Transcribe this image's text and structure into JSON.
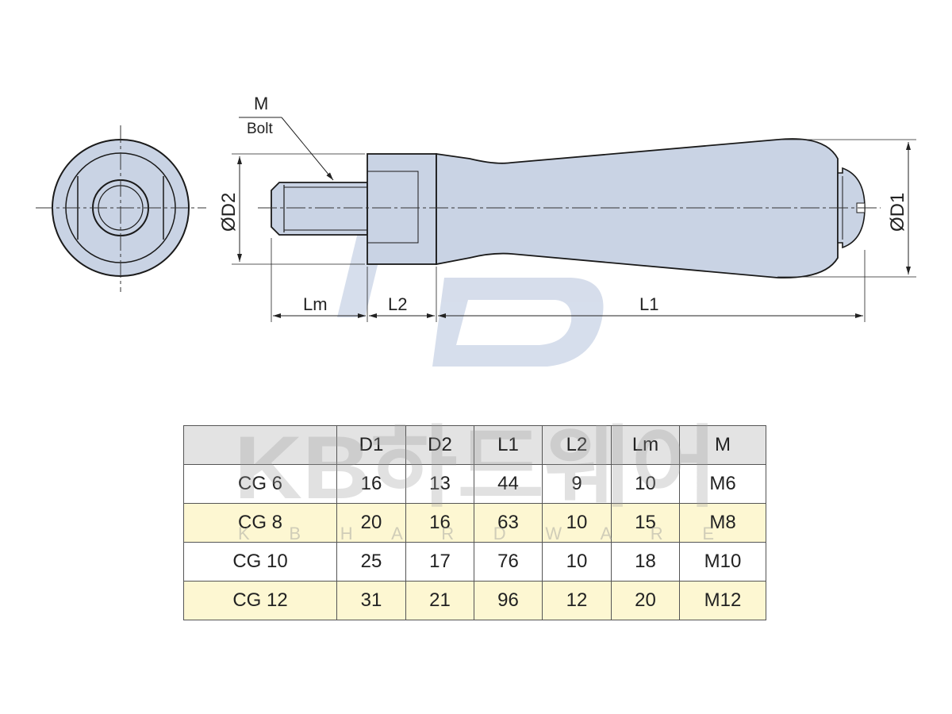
{
  "colors": {
    "part_fill": "#c9d3e4",
    "outline": "#1a1a1a",
    "header_bg": "#e3e3e3",
    "row_highlight": "#fdf7d2",
    "watermark": "#b5c3dc"
  },
  "drawing": {
    "labels": {
      "bolt_symbol": "M",
      "bolt_word": "Bolt",
      "d2": "ØD2",
      "d1": "ØD1",
      "lm": "Lm",
      "l2": "L2",
      "l1": "L1"
    }
  },
  "watermark": {
    "logo_letters": "KB",
    "brand_line": "KB하드웨어",
    "brand_sub": "K B H A R D W A R E"
  },
  "table": {
    "headers": [
      "",
      "D1",
      "D2",
      "L1",
      "L2",
      "Lm",
      "M"
    ],
    "rows": [
      [
        "CG 6",
        "16",
        "13",
        "44",
        "9",
        "10",
        "M6"
      ],
      [
        "CG 8",
        "20",
        "16",
        "63",
        "10",
        "15",
        "M8"
      ],
      [
        "CG 10",
        "25",
        "17",
        "76",
        "10",
        "18",
        "M10"
      ],
      [
        "CG 12",
        "31",
        "21",
        "96",
        "12",
        "20",
        "M12"
      ]
    ]
  }
}
